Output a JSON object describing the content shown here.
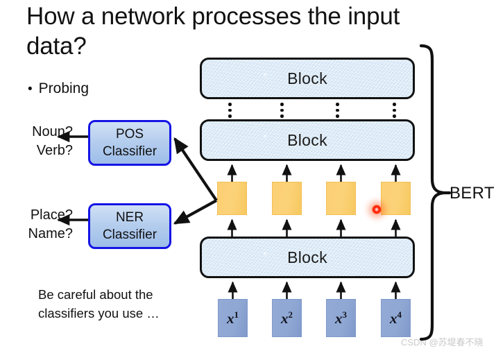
{
  "title": "How a network processes the input data?",
  "bullet": {
    "marker": "•",
    "text": "Probing"
  },
  "caption": "Be careful about the classifiers you use …",
  "bert_label": "BERT",
  "watermark": "CSDN @苏堤春不晓",
  "blocks": [
    {
      "label": "Block"
    },
    {
      "label": "Block"
    },
    {
      "label": "Block"
    }
  ],
  "classifiers": [
    {
      "line1": "POS",
      "line2": "Classifier"
    },
    {
      "line1": "NER",
      "line2": "Classifier"
    }
  ],
  "side_labels": [
    {
      "line1": "Noun?",
      "line2": "Verb?"
    },
    {
      "line1": "Place?",
      "line2": "Name?"
    }
  ],
  "inputs": [
    {
      "base": "x",
      "sup": "1"
    },
    {
      "base": "x",
      "sup": "2"
    },
    {
      "base": "x",
      "sup": "3"
    },
    {
      "base": "x",
      "sup": "4"
    }
  ],
  "vectors": [
    {
      "name": "hidden-vector-1"
    },
    {
      "name": "hidden-vector-2"
    },
    {
      "name": "hidden-vector-3"
    },
    {
      "name": "hidden-vector-4"
    }
  ],
  "colors": {
    "block_fill": "#dbeaf7",
    "block_border": "#111111",
    "vector_fill": "#fcd278",
    "input_fill": "#8fa7d3",
    "classifier_border": "#1414e6",
    "classifier_fill": "#b4cdee",
    "laser_dot": "#ff2a00",
    "text": "#111111",
    "watermark": "#c9c9c9"
  }
}
